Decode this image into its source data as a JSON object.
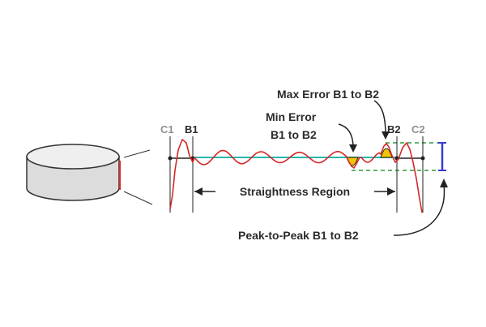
{
  "labels": {
    "c1": "C1",
    "b1": "B1",
    "b2": "B2",
    "c2": "C2",
    "min_error_line1": "Min Error",
    "min_error_line2": "B1 to B2",
    "max_error": "Max Error B1 to B2",
    "straightness_region": "Straightness Region",
    "peak_to_peak": "Peak-to-Peak B1 to B2"
  },
  "colors": {
    "profile": "#d62828",
    "baseline": "#2ab7a9",
    "baseline_dark": "#222222",
    "dashed_bounds": "#2e9a3a",
    "peak_to_peak_bar": "#3b3bd1",
    "error_fill": "#f2c400",
    "outline": "#333333",
    "cylinder_side": "#dcdcdc",
    "cylinder_top": "#efefef"
  },
  "icons": {
    "part": "cylinder-part-icon"
  }
}
